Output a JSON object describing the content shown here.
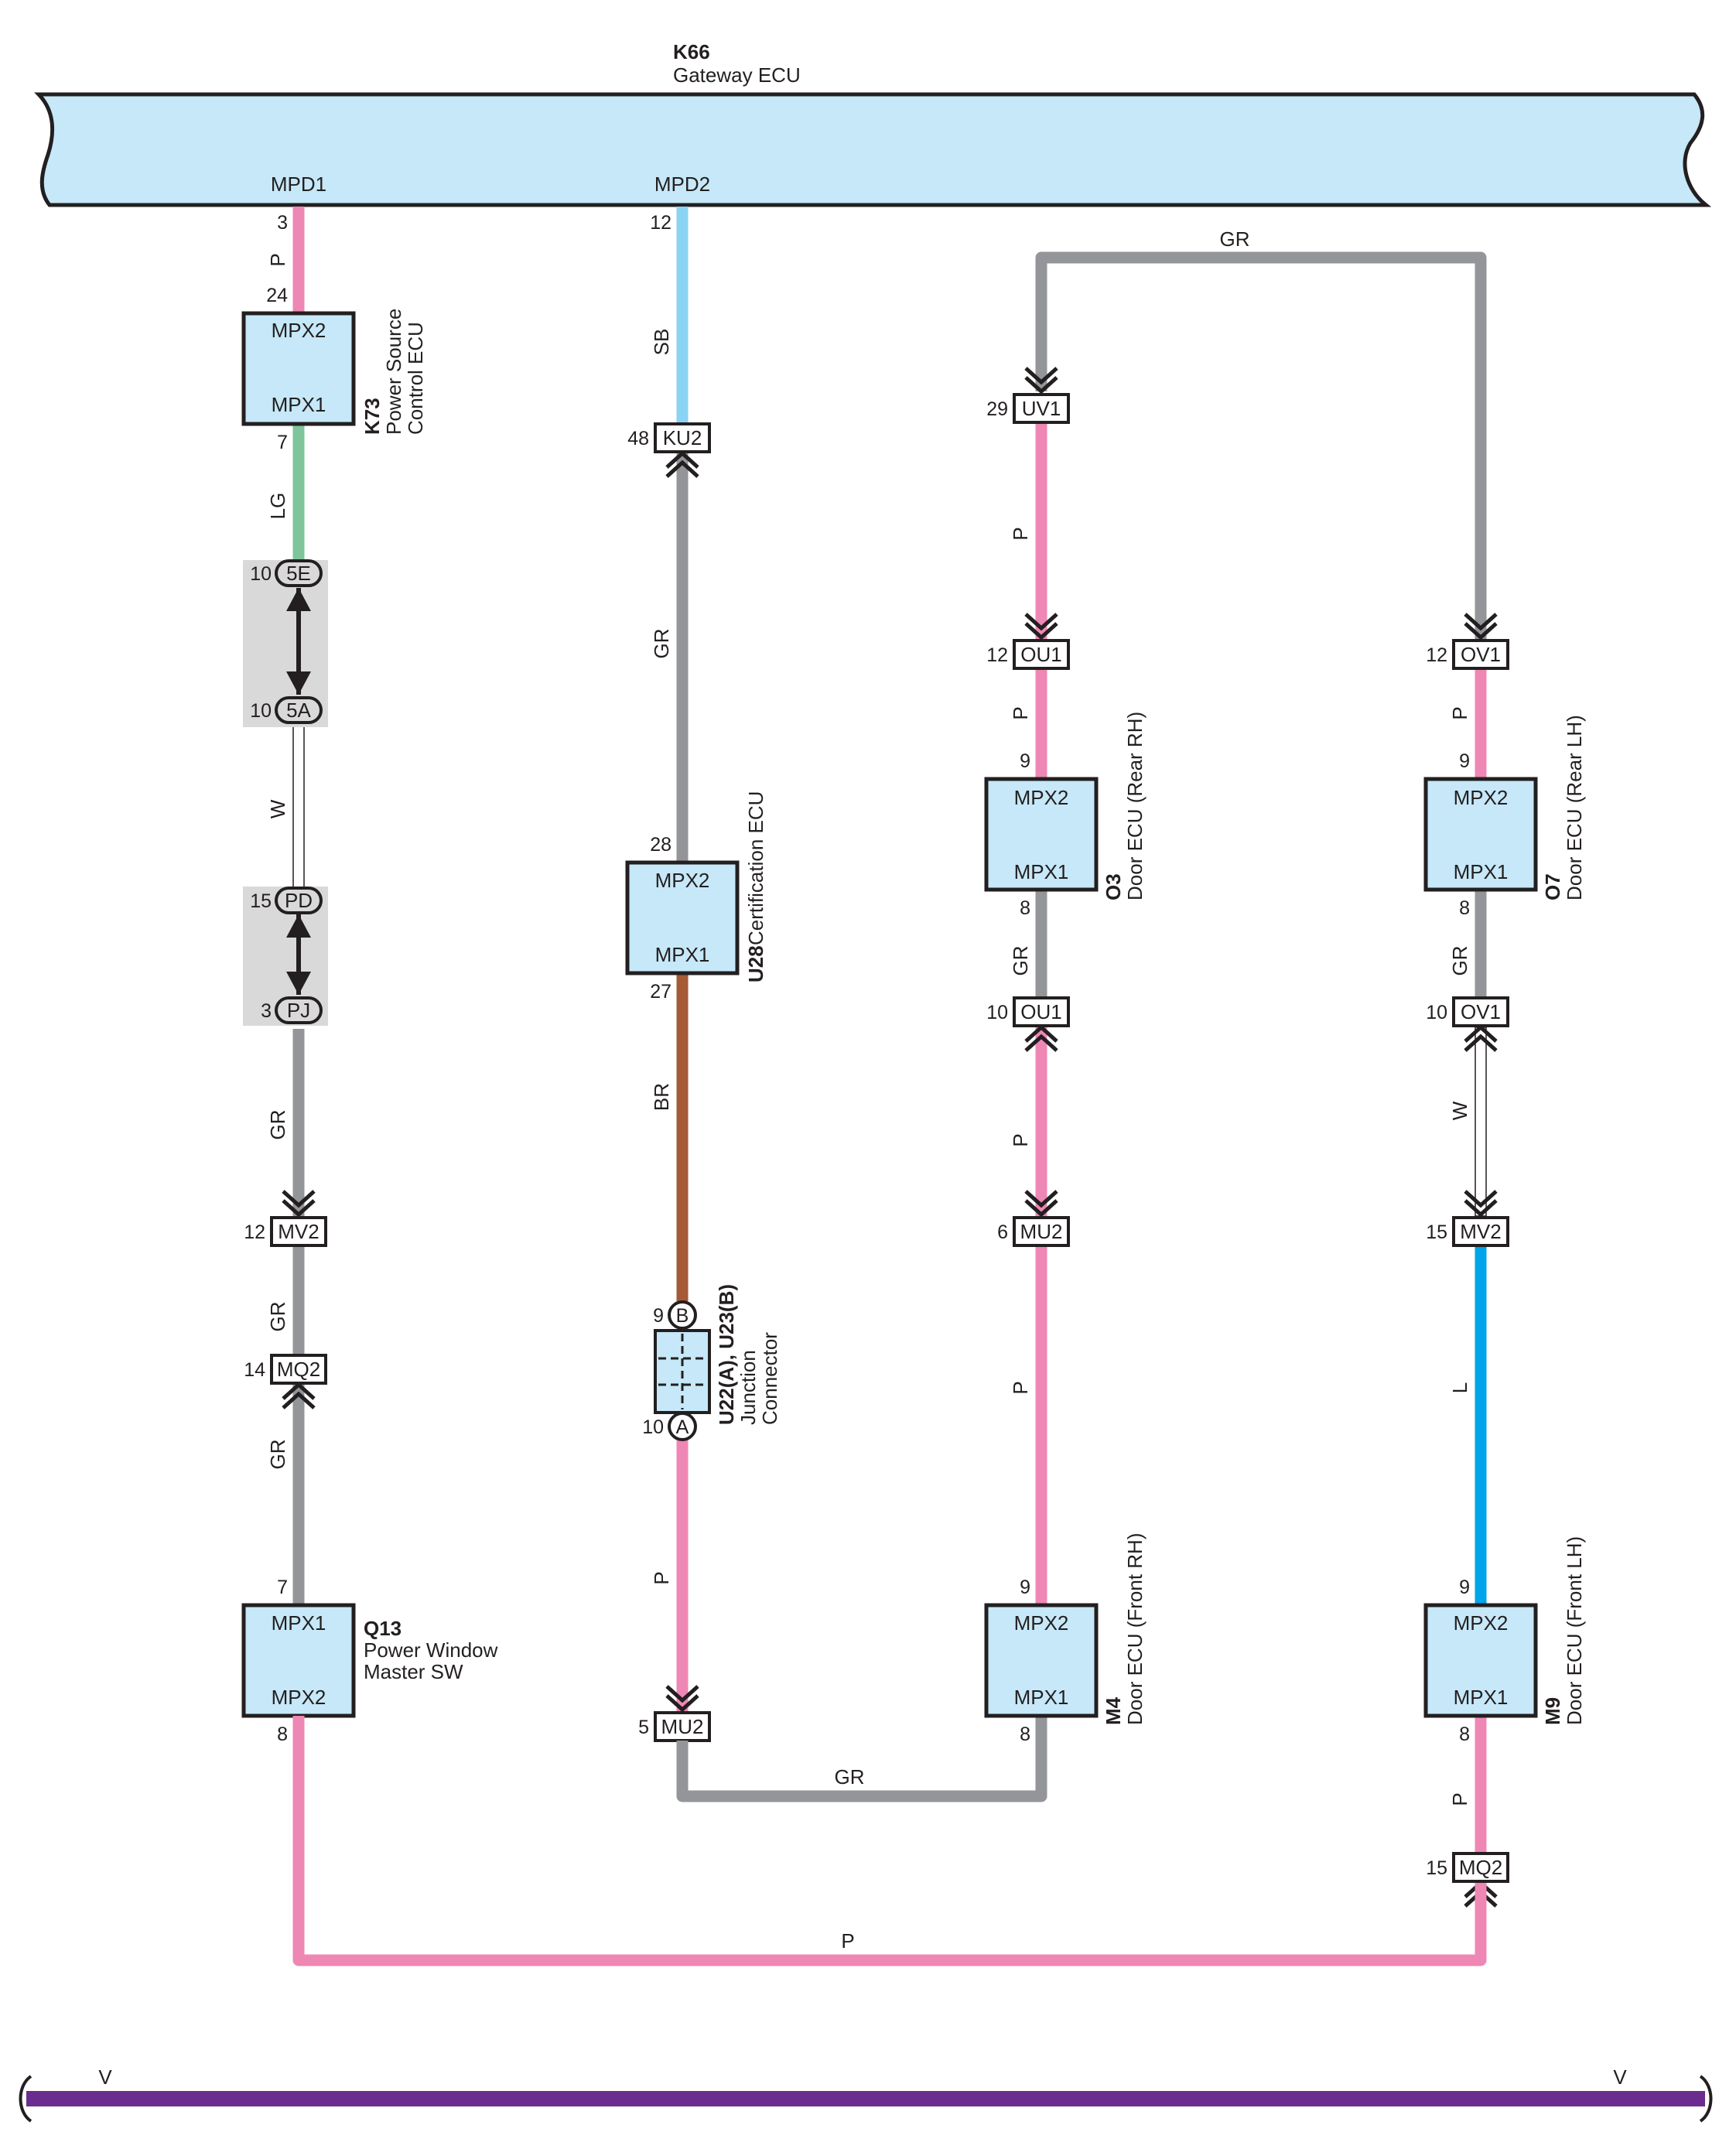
{
  "gateway": {
    "id": "K66",
    "name": "Gateway ECU",
    "terminal_left": "MPD1",
    "terminal_right": "MPD2"
  },
  "bottom_bus": {
    "label_left": "V",
    "label_right": "V",
    "color": "#6a2c8e"
  },
  "colors": {
    "P": "#ef87b5",
    "GR": "#939598",
    "LG": "#7fc59b",
    "W": "#ffffff",
    "SB": "#8ad3f3",
    "BR": "#a65a35",
    "L": "#00a4e8",
    "V": "#6a2c8e",
    "ecu_fill": "#c6e8f8",
    "splice_fill": "#d9d9d9"
  },
  "components": {
    "k73": {
      "id": "K73",
      "name_line1": "Power Source",
      "name_line2": "Control ECU",
      "top": "MPX2",
      "bottom": "MPX1"
    },
    "u28": {
      "id": "U28",
      "name": "Certification ECU",
      "top": "MPX2",
      "bottom": "MPX1"
    },
    "o3": {
      "id": "O3",
      "name": "Door ECU (Rear RH)",
      "top": "MPX2",
      "bottom": "MPX1"
    },
    "o7": {
      "id": "O7",
      "name": "Door ECU (Rear LH)",
      "top": "MPX2",
      "bottom": "MPX1"
    },
    "q13": {
      "id": "Q13",
      "name_line1": "Power Window",
      "name_line2": "Master SW",
      "top": "MPX1",
      "bottom": "MPX2"
    },
    "m4": {
      "id": "M4",
      "name": "Door ECU (Front RH)",
      "top": "MPX2",
      "bottom": "MPX1"
    },
    "m9": {
      "id": "M9",
      "name": "Door ECU (Front LH)",
      "top": "MPX2",
      "bottom": "MPX1"
    },
    "junction": {
      "id": "U22(A), U23(B)",
      "name_line1": "Junction",
      "name_line2": "Connector",
      "pin_a": "A",
      "pin_b": "B"
    }
  },
  "connectors": {
    "ku2": "KU2",
    "uv1": "UV1",
    "ou1_top": "OU1",
    "ov1_top": "OV1",
    "ou1_bottom": "OU1",
    "ov1_bottom": "OV1",
    "mv2_left": "MV2",
    "mq2_left": "MQ2",
    "mu2_right": "MU2",
    "mv2_right": "MV2",
    "mu2_mid": "MU2",
    "mq2_right": "MQ2",
    "s5e": "5E",
    "s5a": "5A",
    "spd": "PD",
    "spj": "PJ"
  },
  "pins": {
    "gw_mpd1": "3",
    "k73_in": "24",
    "k73_out": "7",
    "s5e": "10",
    "s5a": "10",
    "spd": "15",
    "spj": "3",
    "mv2_left": "12",
    "mq2_left": "14",
    "q13_top": "7",
    "q13_bottom": "8",
    "gw_mpd2": "12",
    "ku2": "48",
    "u28_top": "28",
    "u28_bottom": "27",
    "jb": "9",
    "ja": "10",
    "mu2_mid": "5",
    "uv1": "29",
    "ou1_top": "12",
    "o3_top": "9",
    "o3_bottom": "8",
    "ou1_bottom": "10",
    "mu2_right": "6",
    "m4_top": "9",
    "m4_bottom": "8",
    "ov1_top": "12",
    "o7_top": "9",
    "o7_bottom": "8",
    "ov1_bottom": "10",
    "mv2_right": "15",
    "m9_top": "9",
    "m9_bottom": "8",
    "mq2_right": "15"
  },
  "wire_labels": {
    "c1_p": "P",
    "c1_lg": "LG",
    "c1_w": "W",
    "c1_gr1": "GR",
    "c1_gr2": "GR",
    "c1_gr3": "GR",
    "c2_sb": "SB",
    "c2_gr": "GR",
    "c2_br": "BR",
    "c2_p": "P",
    "c3_p1": "P",
    "c3_p2": "P",
    "c3_gr": "GR",
    "c3_p3": "P",
    "c3_p4": "P",
    "c4_p1": "P",
    "c4_gr": "GR",
    "c4_w": "W",
    "c4_l": "L",
    "c4_p2": "P",
    "top_gr": "GR",
    "mid_gr": "GR",
    "bottom_p": "P"
  }
}
